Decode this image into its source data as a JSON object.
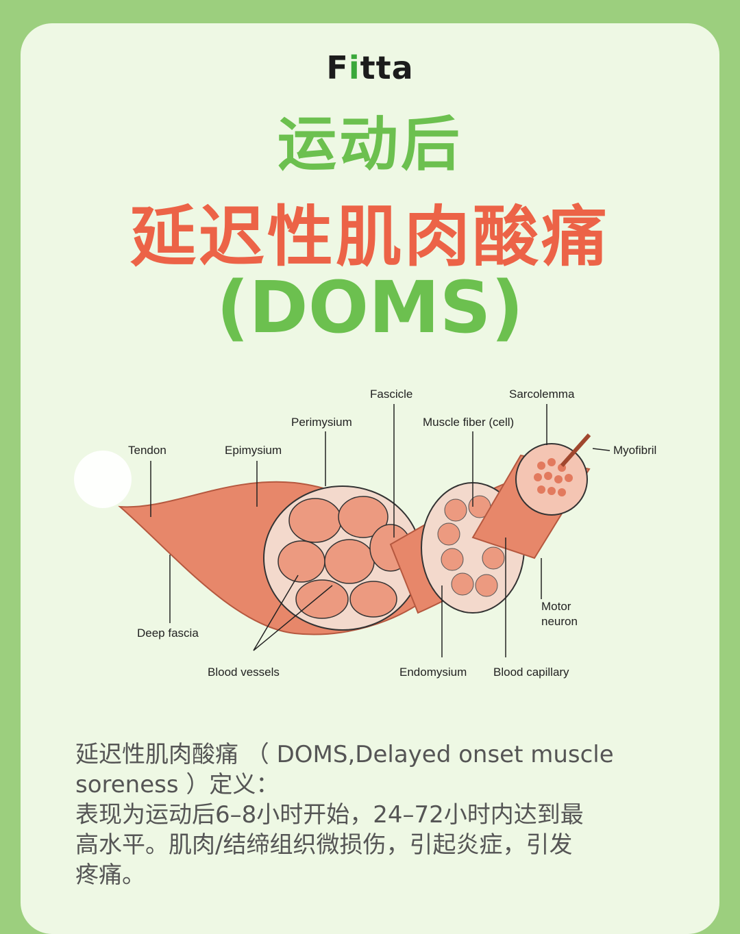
{
  "logo": {
    "text_left": "F",
    "text_dot": "i",
    "text_right": "tta"
  },
  "title": {
    "line1": "运动后",
    "line2": "延迟性肌肉酸痛",
    "line3": "(DOMS)"
  },
  "diagram": {
    "labels": {
      "fascicle": "Fascicle",
      "sarcolemma": "Sarcolemma",
      "perimysium": "Perimysium",
      "muscle_fiber": "Muscle fiber (cell)",
      "tendon": "Tendon",
      "epimysium": "Epimysium",
      "myofibril": "Myofibril",
      "motor_neuron_1": "Motor",
      "motor_neuron_2": "neuron",
      "deep_fascia": "Deep fascia",
      "blood_vessels": "Blood vessels",
      "endomysium": "Endomysium",
      "blood_capillary": "Blood capillary"
    }
  },
  "description": {
    "line1": "延迟性肌肉酸痛 （ DOMS,Delayed onset muscle",
    "line2": "soreness ）定义：",
    "line3": "表现为运动后6–8小时开始，24–72小时内达到最",
    "line4": "高水平。肌肉/结缔组织微损伤，引起炎症，引发",
    "line5": "疼痛。"
  },
  "colors": {
    "background": "#9ccf7e",
    "card": "#eef8e4",
    "green_title": "#6cc04f",
    "red_title": "#ec6347",
    "muscle": "#e88a6c"
  }
}
